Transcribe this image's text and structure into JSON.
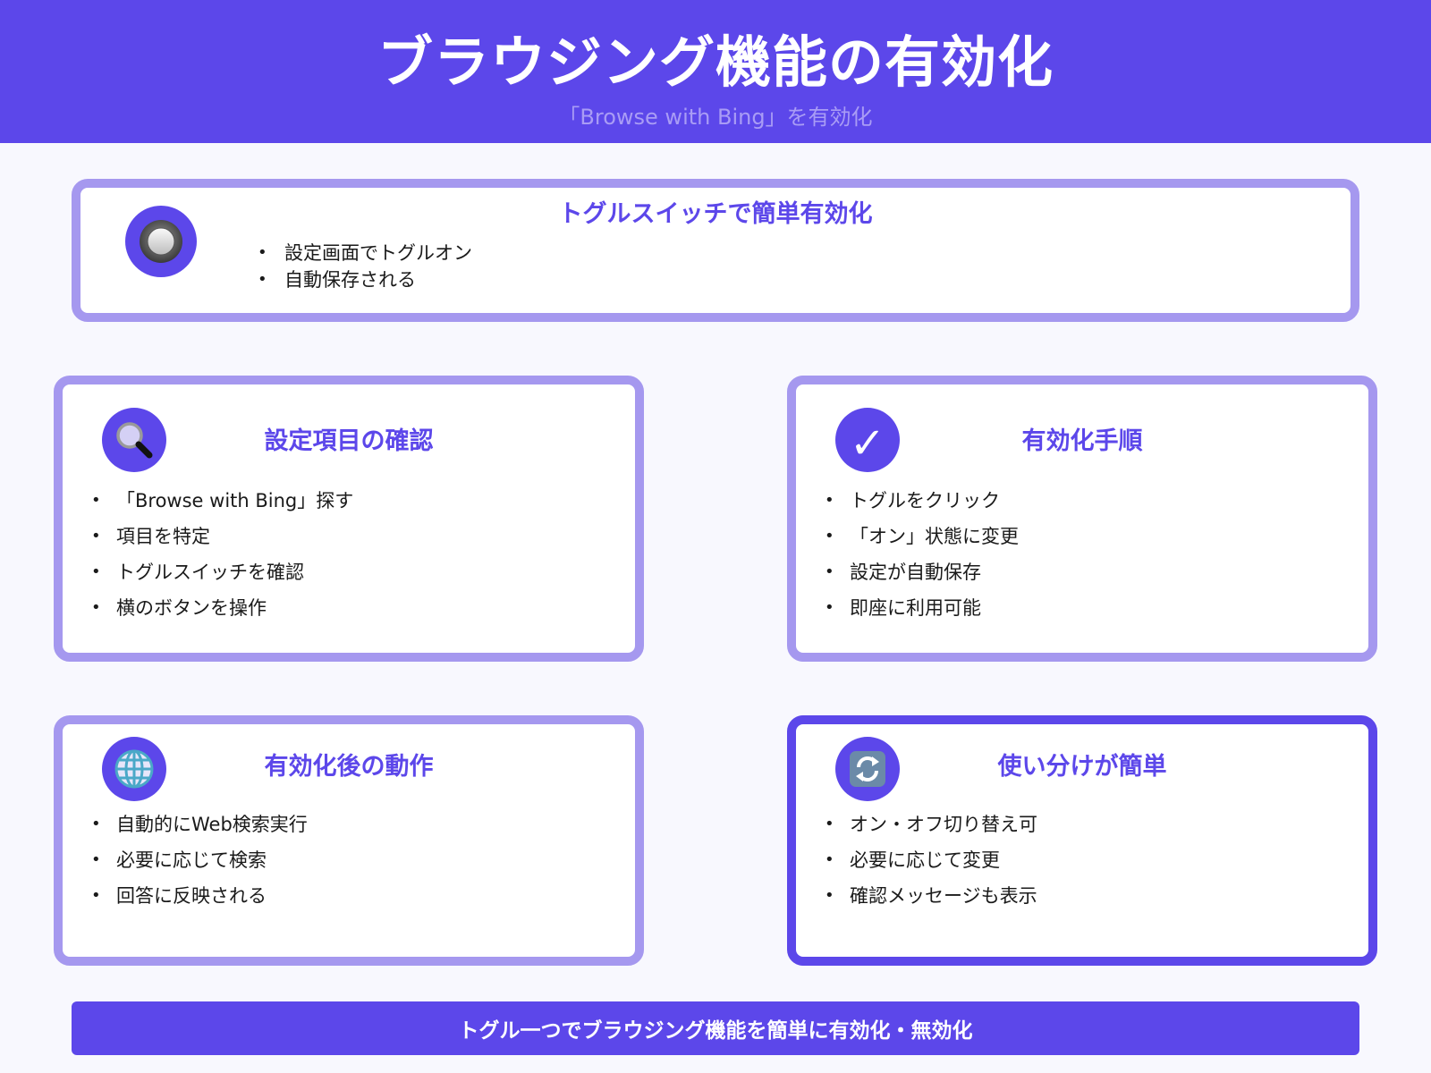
{
  "header": {
    "title": "ブラウジング機能の有効化",
    "subtitle": "「Browse with Bing」を有効化"
  },
  "colors": {
    "primary": "#5c47ea",
    "card_border": "#a598ef",
    "background": "#f8f8fe",
    "subtitle": "#a99cf5"
  },
  "top_card": {
    "icon": "radio-button-icon",
    "title": "トグルスイッチで簡単有効化",
    "bullets": [
      "設定画面でトグルオン",
      "自動保存される"
    ]
  },
  "cards": [
    {
      "icon": "magnifying-glass-icon",
      "title": "設定項目の確認",
      "bullets": [
        "「Browse with Bing」探す",
        "項目を特定",
        "トグルスイッチを確認",
        "横のボタンを操作"
      ]
    },
    {
      "icon": "check-mark-icon",
      "icon_glyph": "✓",
      "title": "有効化手順",
      "bullets": [
        "トグルをクリック",
        "「オン」状態に変更",
        "設定が自動保存",
        "即座に利用可能"
      ]
    },
    {
      "icon": "globe-icon",
      "title": "有効化後の動作",
      "bullets": [
        "自動的にWeb検索実行",
        "必要に応じて検索",
        "回答に反映される"
      ]
    },
    {
      "icon": "refresh-arrows-icon",
      "title": "使い分けが簡単",
      "bullets": [
        "オン・オフ切り替え可",
        "必要に応じて変更",
        "確認メッセージも表示"
      ]
    }
  ],
  "footer": {
    "text": "トグル一つでブラウジング機能を簡単に有効化・無効化"
  }
}
